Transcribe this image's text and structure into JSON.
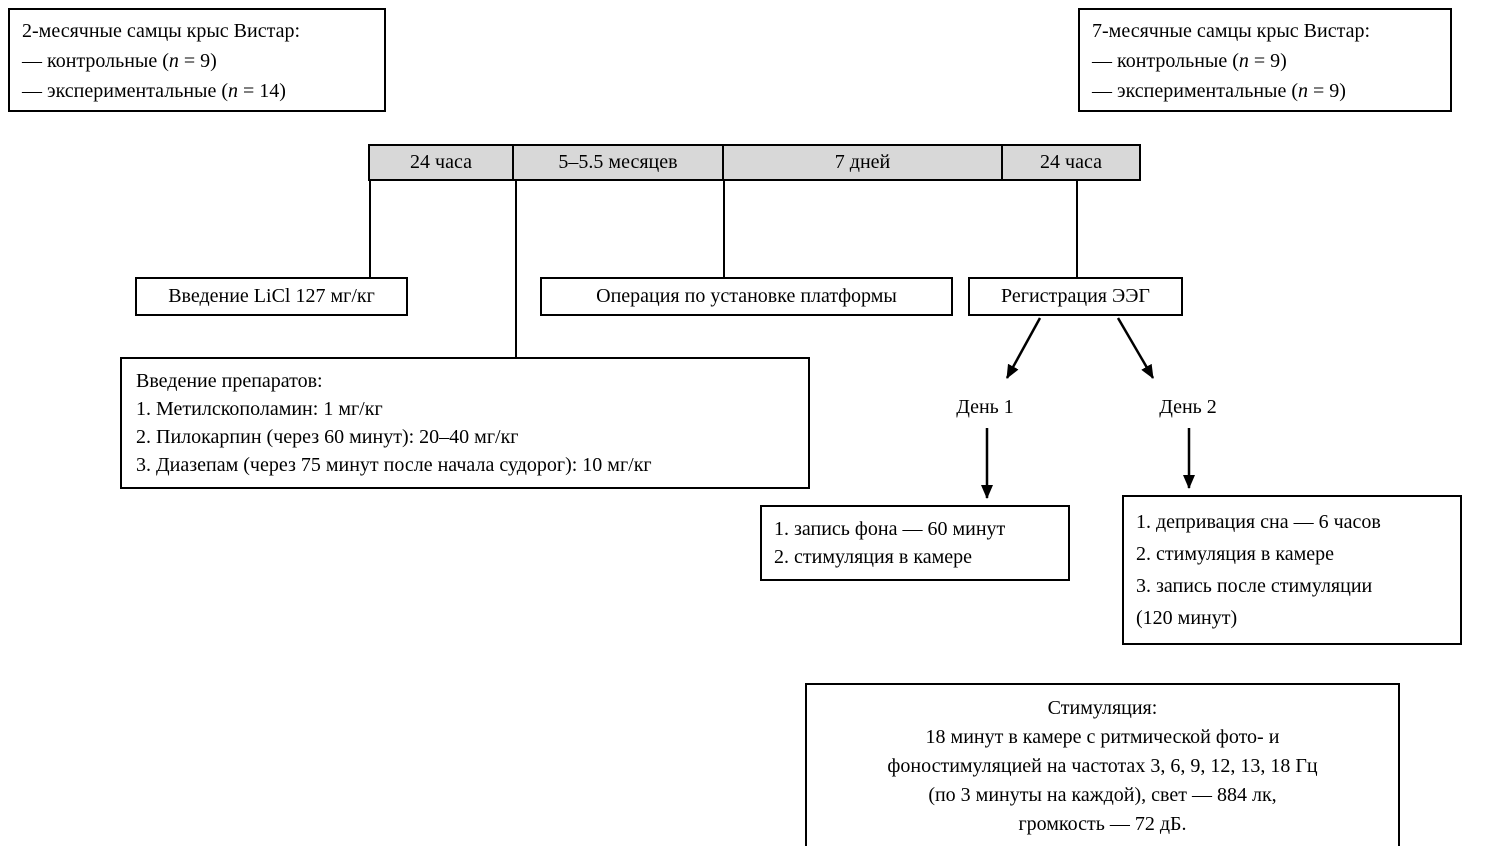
{
  "groups": {
    "left": {
      "title": "2-месячные самцы крыс Вистар:",
      "lines": [
        {
          "pre": "— контрольные (",
          "var": "n",
          "post": " = 9)"
        },
        {
          "pre": "— экспериментальные (",
          "var": "n",
          "post": " = 14)"
        }
      ]
    },
    "right": {
      "title": "7-месячные самцы крыс Вистар:",
      "lines": [
        {
          "pre": "— контрольные (",
          "var": "n",
          "post": " = 9)"
        },
        {
          "pre": "— экспериментальные (",
          "var": "n",
          "post": " = 9)"
        }
      ]
    }
  },
  "timeline": {
    "segments": [
      "24 часа",
      "5–5.5 месяцев",
      "7 дней",
      "24 часа"
    ]
  },
  "boxes": {
    "licl": "Введение LiCl 127 мг/кг",
    "surgery": "Операция по установке платформы",
    "eeg": "Регистрация ЭЭГ",
    "drugs": {
      "title": "Введение препаратов:",
      "items": [
        "1. Метилскополамин: 1 мг/кг",
        "2. Пилокарпин (через 60 минут): 20–40 мг/кг",
        "3. Диазепам (через 75 минут после начала судорог): 10 мг/кг"
      ]
    },
    "day1": {
      "label": "День 1",
      "items": [
        "1. запись фона — 60 минут",
        "2. стимуляция в камере"
      ]
    },
    "day2": {
      "label": "День 2",
      "items": [
        "1. депривация сна — 6 часов",
        "2. стимуляция в камере",
        "3. запись после стимуляции",
        "(120 минут)"
      ]
    },
    "stimulation": {
      "title": "Стимуляция:",
      "lines": [
        "18 минут в камере с ритмической фото- и",
        "фоностимуляцией на частотах 3, 6, 9, 12, 13, 18 Гц",
        "(по 3 минуты на каждой), свет — 884 лк,",
        "громкость — 72 дБ."
      ]
    }
  },
  "colors": {
    "timeline_fill": "#d8d8d8",
    "border": "#000000",
    "background": "#ffffff"
  }
}
